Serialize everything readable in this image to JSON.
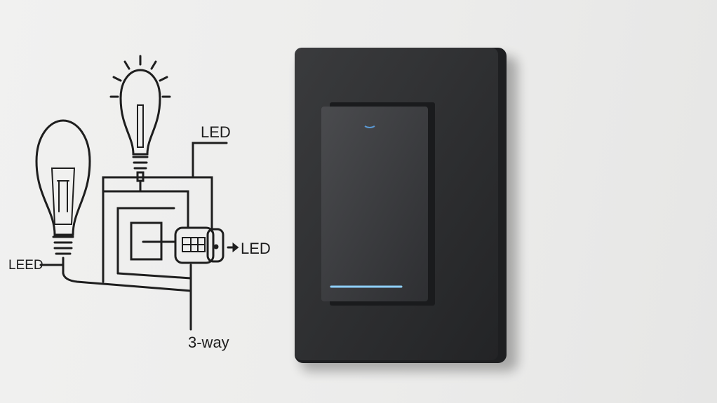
{
  "diagram": {
    "label_top": "LED",
    "label_right": "LED",
    "label_left": "LEED",
    "label_bottom": "3-way"
  },
  "colors": {
    "wall": "#eeeeed",
    "plate": "#2c2d2f",
    "rocker": "#3a3b3e",
    "indicator": "#4aa8ff"
  }
}
